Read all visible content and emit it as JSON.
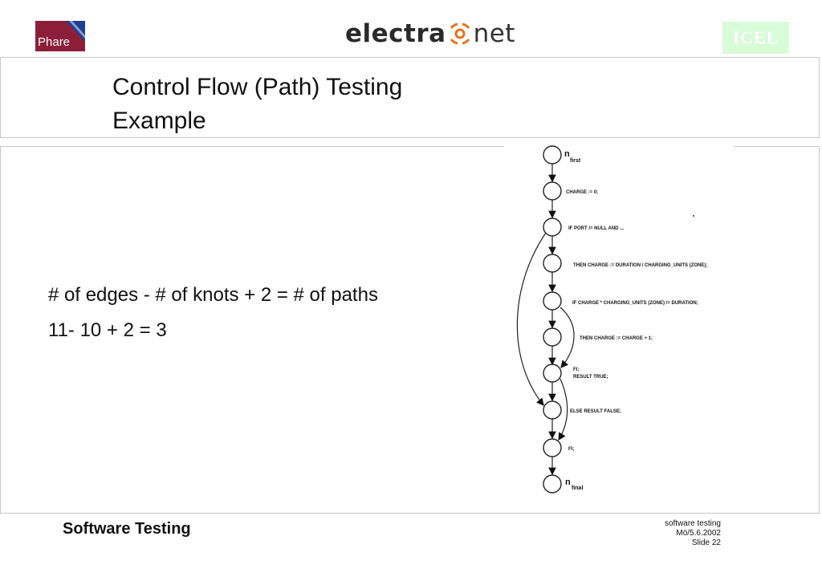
{
  "header": {
    "left_logo_text": "Phare",
    "brand_bold": "electra",
    "brand_light": "net",
    "right_logo_text": "ICEL"
  },
  "slide": {
    "title_line1": "Control Flow (Path) Testing",
    "title_line2": "Example",
    "formula_line1": "# of edges - # of knots + 2 = # of paths",
    "formula_line2": "11- 10 + 2 = 3"
  },
  "diagram": {
    "nodes": [
      {
        "label": "n",
        "sub": "first"
      },
      {
        "label": "CHARGE := 0;"
      },
      {
        "label": "IF PORT /= NULL AND ..."
      },
      {
        "label": "THEN CHARGE := DURATION / CHARGING_UNITS (ZONE);"
      },
      {
        "label": "IF CHARGE * CHARGING_UNITS (ZONE) /= DURATION;"
      },
      {
        "label": "THEN CHARGE := CHARGE + 1;"
      },
      {
        "label": "FI;",
        "label2": "RESULT TRUE;"
      },
      {
        "label": "ELSE RESULT FALSE;"
      },
      {
        "label": "FI;"
      },
      {
        "label": "n",
        "sub": "final"
      }
    ]
  },
  "footer": {
    "left": "Software Testing",
    "right_line1": "software testing",
    "right_line2": "Mö/5.6.2002",
    "right_line3": "Slide 22"
  },
  "colors": {
    "phare_red": "#8b1f3a",
    "phare_blue": "#1f3f95",
    "icel_green": "#d8fbd8",
    "brand_orange": "#e8731c"
  }
}
